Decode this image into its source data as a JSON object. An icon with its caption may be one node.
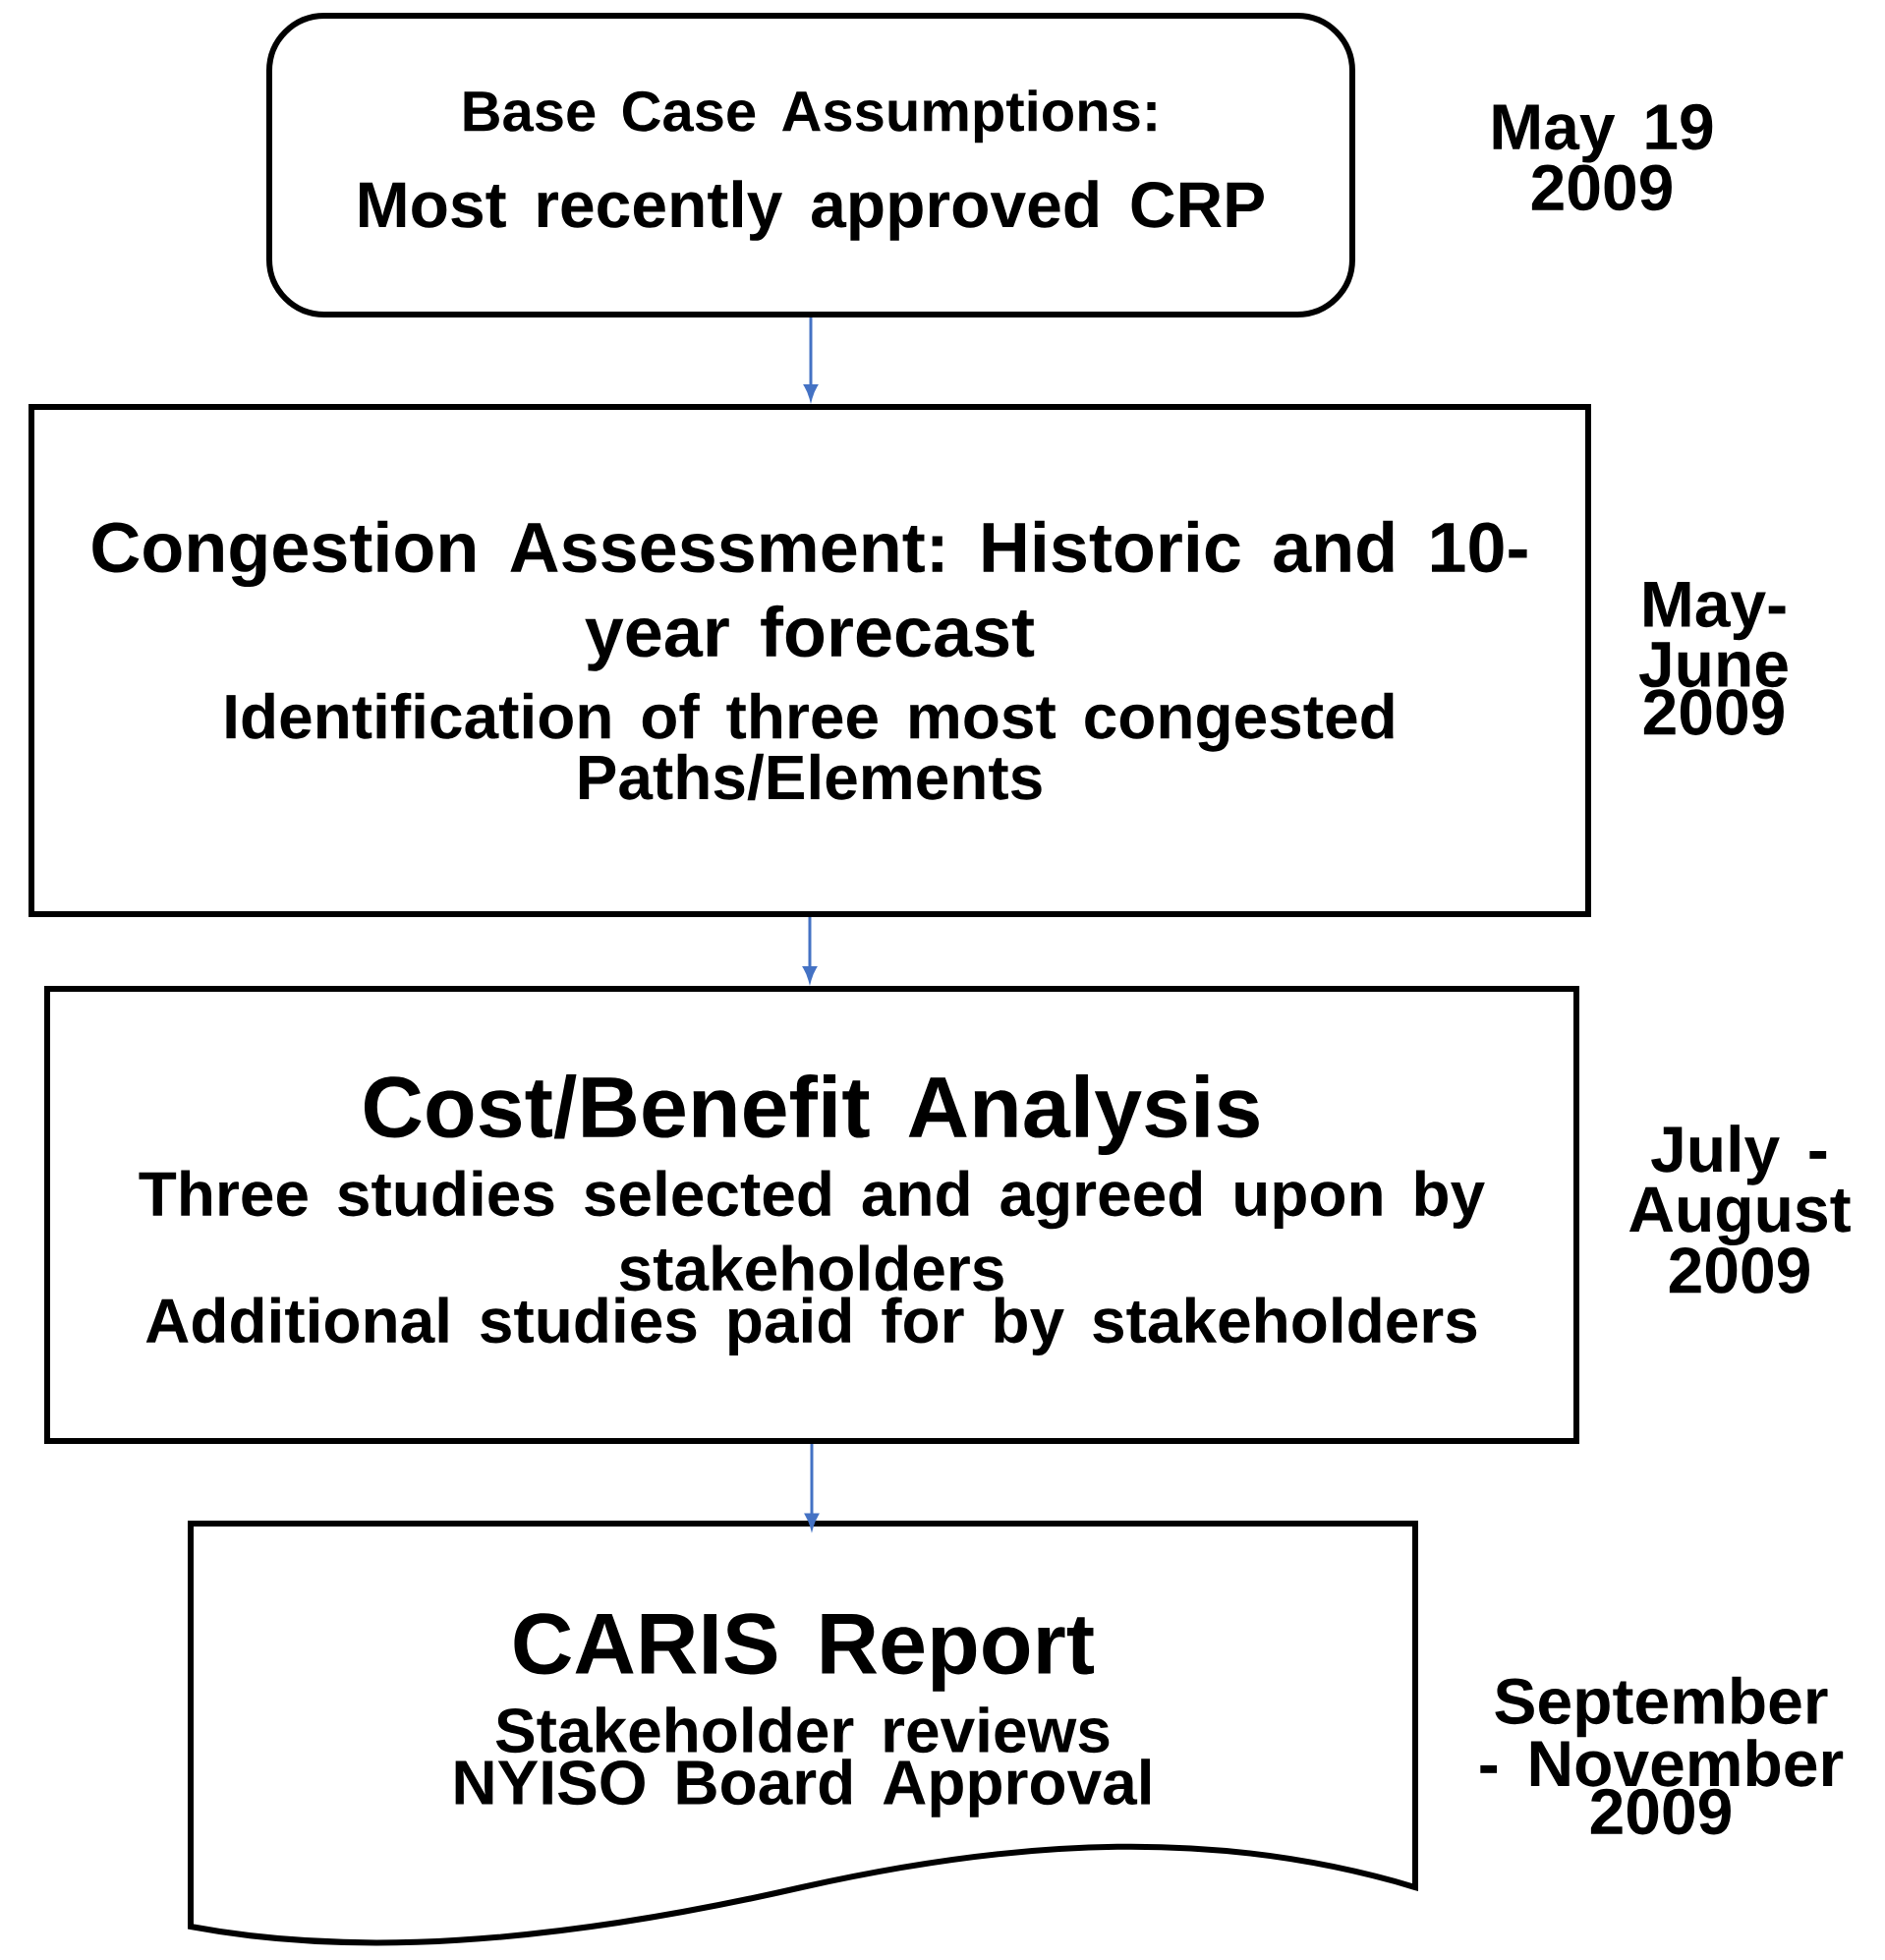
{
  "diagram": {
    "nodes": [
      {
        "text": [
          "Base Case Assumptions:",
          "Most recently approved CRP"
        ],
        "beside": [
          "May 19 2009"
        ]
      },
      {
        "text": [
          "Congestion Assessment: Historic and 10-year forecast",
          "Identification of three most congested Paths/Elements"
        ],
        "beside": [
          "May- June 2009"
        ]
      },
      {
        "text": [
          "Cost/Benefit Analysis",
          "Three studies selected and agreed upon by stakeholders",
          "Additional studies paid for by stakeholders"
        ],
        "beside": [
          "July - August 2009"
        ]
      },
      {
        "text": [
          "CARIS Report",
          "Stakeholder reviews",
          "NYISO Board Approval"
        ],
        "beside": [
          "September - November 2009"
        ]
      }
    ],
    "edges": [
      {
        "from": 0,
        "to": 1,
        "arrow": "to",
        "color": "#4472c4"
      },
      {
        "from": 1,
        "to": 2,
        "arrow": "to",
        "color": "#4472c4"
      },
      {
        "from": 2,
        "to": 3,
        "arrow": "to",
        "color": "#4472c4"
      }
    ]
  }
}
